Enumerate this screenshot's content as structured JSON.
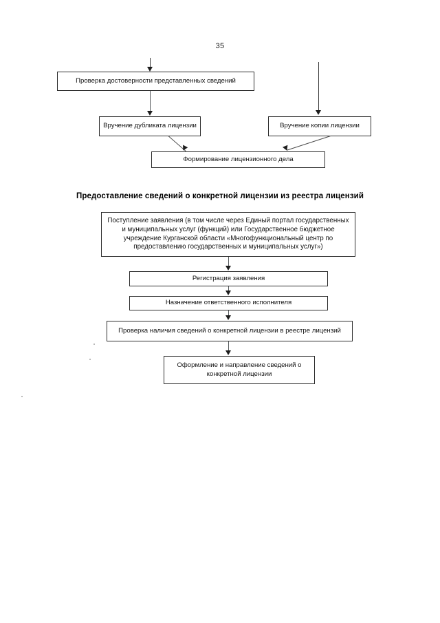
{
  "document": {
    "page_number": "35",
    "background_color": "#ffffff",
    "line_color": "#2b2b2b"
  },
  "top_flowchart": {
    "nodes": [
      {
        "id": "check",
        "label": "Проверка достоверности представленных сведений"
      },
      {
        "id": "duplicate",
        "label": "Вручение дубликата лицензии"
      },
      {
        "id": "copy",
        "label": "Вручение копии лицензии"
      },
      {
        "id": "file",
        "label": "Формирование лицензионного дела"
      }
    ],
    "edges": [
      {
        "from": "incoming-top",
        "to": "check"
      },
      {
        "from": "check",
        "to": "duplicate"
      },
      {
        "from": "incoming-top-right",
        "to": "copy"
      },
      {
        "from": "duplicate",
        "to": "file"
      },
      {
        "from": "copy",
        "to": "file"
      }
    ]
  },
  "bottom_section": {
    "heading": "Предоставление сведений о конкретной лицензии из реестра лицензий",
    "nodes": [
      {
        "id": "application",
        "label": "Поступление заявления (в том числе через Единый портал государственных и муниципальных услуг (функций) или Государственное бюджетное учреждение Курганской области «Многофункциональный центр по предоставлению государственных и муниципальных услуг»)"
      },
      {
        "id": "registration",
        "label": "Регистрация заявления"
      },
      {
        "id": "assignment",
        "label": "Назначение ответственного исполнителя"
      },
      {
        "id": "verification",
        "label": "Проверка наличия сведений о конкретной лицензии в реестре лицензий"
      },
      {
        "id": "issue",
        "label": "Оформление и направление сведений о конкретной лицензии"
      }
    ],
    "edges": [
      {
        "from": "application",
        "to": "registration"
      },
      {
        "from": "registration",
        "to": "assignment"
      },
      {
        "from": "assignment",
        "to": "verification"
      },
      {
        "from": "verification",
        "to": "issue"
      }
    ]
  }
}
